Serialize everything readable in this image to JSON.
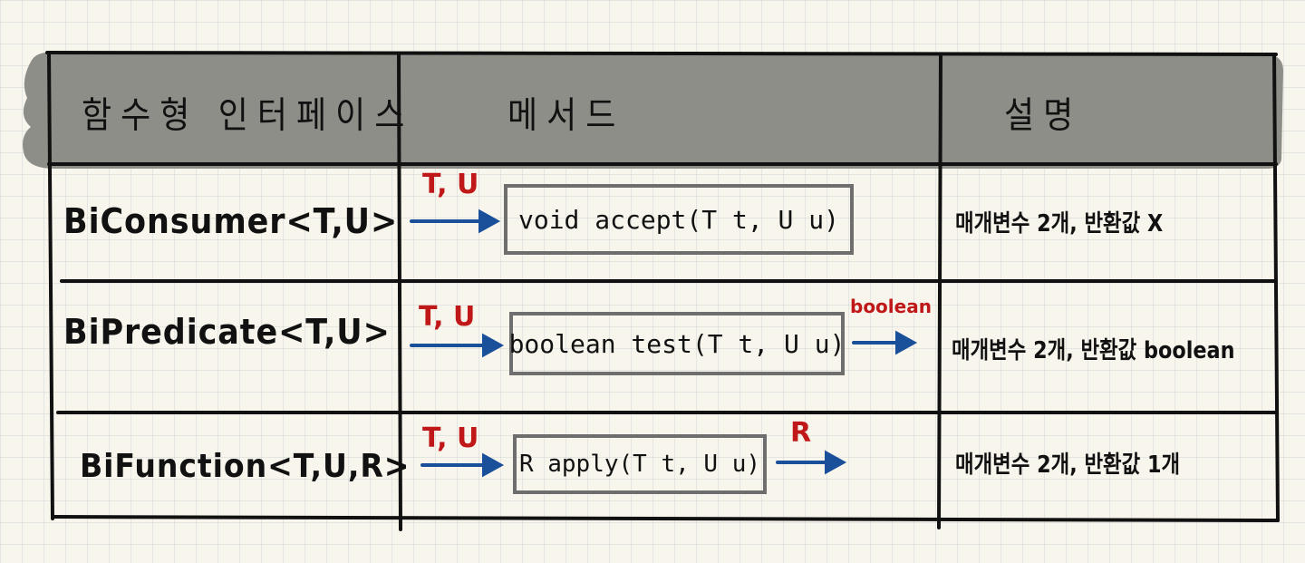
{
  "table": {
    "headers": [
      "함수형 인터페이스",
      "메서드",
      "설명"
    ],
    "rows": [
      {
        "interface": "BiConsumer<T,U>",
        "input_label": "T, U",
        "method": "void accept(T t, U u)",
        "output_label": "",
        "description": "매개변수 2개, 반환값 X"
      },
      {
        "interface": "BiPredicate<T,U>",
        "input_label": "T, U",
        "method": "boolean test(T t, U u)",
        "output_label": "boolean",
        "description": "매개변수 2개, 반환값 boolean"
      },
      {
        "interface": "BiFunction<T,U,R>",
        "input_label": "T, U",
        "method": "R apply(T t, U u)",
        "output_label": "R",
        "description": "매개변수 2개, 반환값 1개"
      }
    ]
  },
  "colors": {
    "header_fill": "#8e8e88",
    "arrow": "#1a4f9a",
    "label_red": "#c01818",
    "box_border": "#6e6e6e",
    "ink": "#111111"
  }
}
